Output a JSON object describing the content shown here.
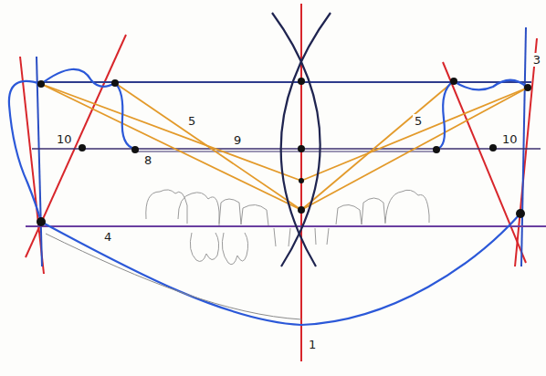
{
  "diagram": {
    "labels": [
      "3",
      "5",
      "5",
      "10",
      "9",
      "10",
      "8",
      "4",
      "1"
    ]
  }
}
